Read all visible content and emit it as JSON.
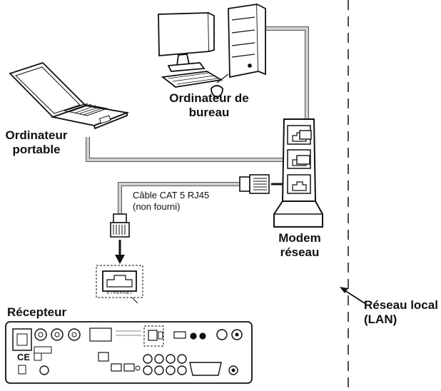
{
  "labels": {
    "desktop_line1": "Ordinateur de",
    "desktop_line2": "bureau",
    "laptop_line1": "Ordinateur",
    "laptop_line2": "portable",
    "modem_line1": "Modem",
    "modem_line2": "réseau",
    "cable_line1": "Câble CAT 5 RJ45",
    "cable_line2": "(non fourni)",
    "ethernet": "ETHERNET",
    "receiver": "Récepteur",
    "lan_line1": "Réseau local",
    "lan_line2": "(LAN)"
  },
  "colors": {
    "cable": "#d3d3d3",
    "ink": "#111111",
    "device_fill": "#ffffff"
  }
}
